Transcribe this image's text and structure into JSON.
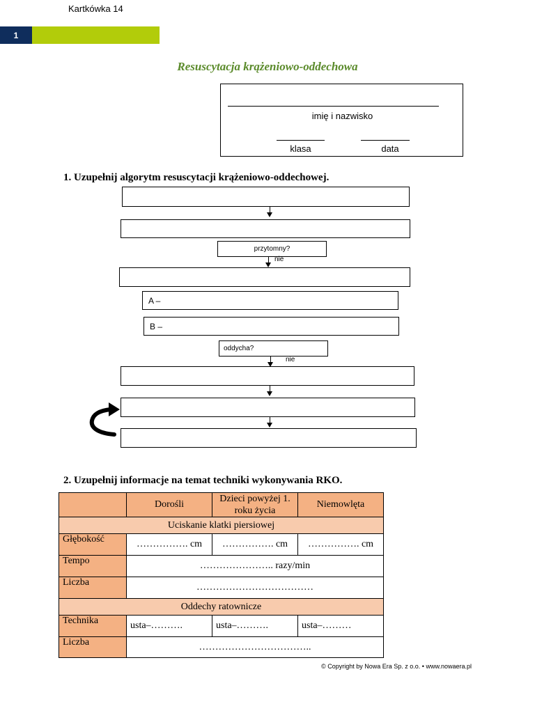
{
  "header": {
    "label": "Kartkówka 14",
    "number": "1"
  },
  "title": "Resuscytacja krążeniowo-oddechowa",
  "student": {
    "name_label": "imię i nazwisko",
    "class_label": "klasa",
    "date_label": "data"
  },
  "task1": {
    "heading": "1. Uzupełnij algorytm resuscytacji krążeniowo-oddechowej.",
    "question1": "przytomny?",
    "answer1": "nie",
    "label_a": "A –",
    "label_b": "B –",
    "question2": "oddycha?",
    "answer2": "nie"
  },
  "task2": {
    "heading": "2. Uzupełnij informacje na temat techniki wykonywania RKO.",
    "columns": [
      "Dorośli",
      "Dzieci powyżej 1. roku życia",
      "Niemowlęta"
    ],
    "section1": "Uciskanie klatki piersiowej",
    "rows1": [
      {
        "label": "Głębokość",
        "cells": [
          "……………. cm",
          "……………. cm",
          "……………. cm"
        ]
      },
      {
        "label": "Tempo",
        "merged": "………………….. razy/min"
      },
      {
        "label": "Liczba",
        "merged": "………………………………"
      }
    ],
    "section2": "Oddechy ratownicze",
    "rows2": [
      {
        "label": "Technika",
        "cells": [
          "usta–……….",
          "usta–……….",
          "usta–………"
        ]
      },
      {
        "label": "Liczba",
        "merged": "…………………………….."
      }
    ]
  },
  "footer": "© Copyright by Nowa Era Sp. z o.o. • www.nowaera.pl"
}
